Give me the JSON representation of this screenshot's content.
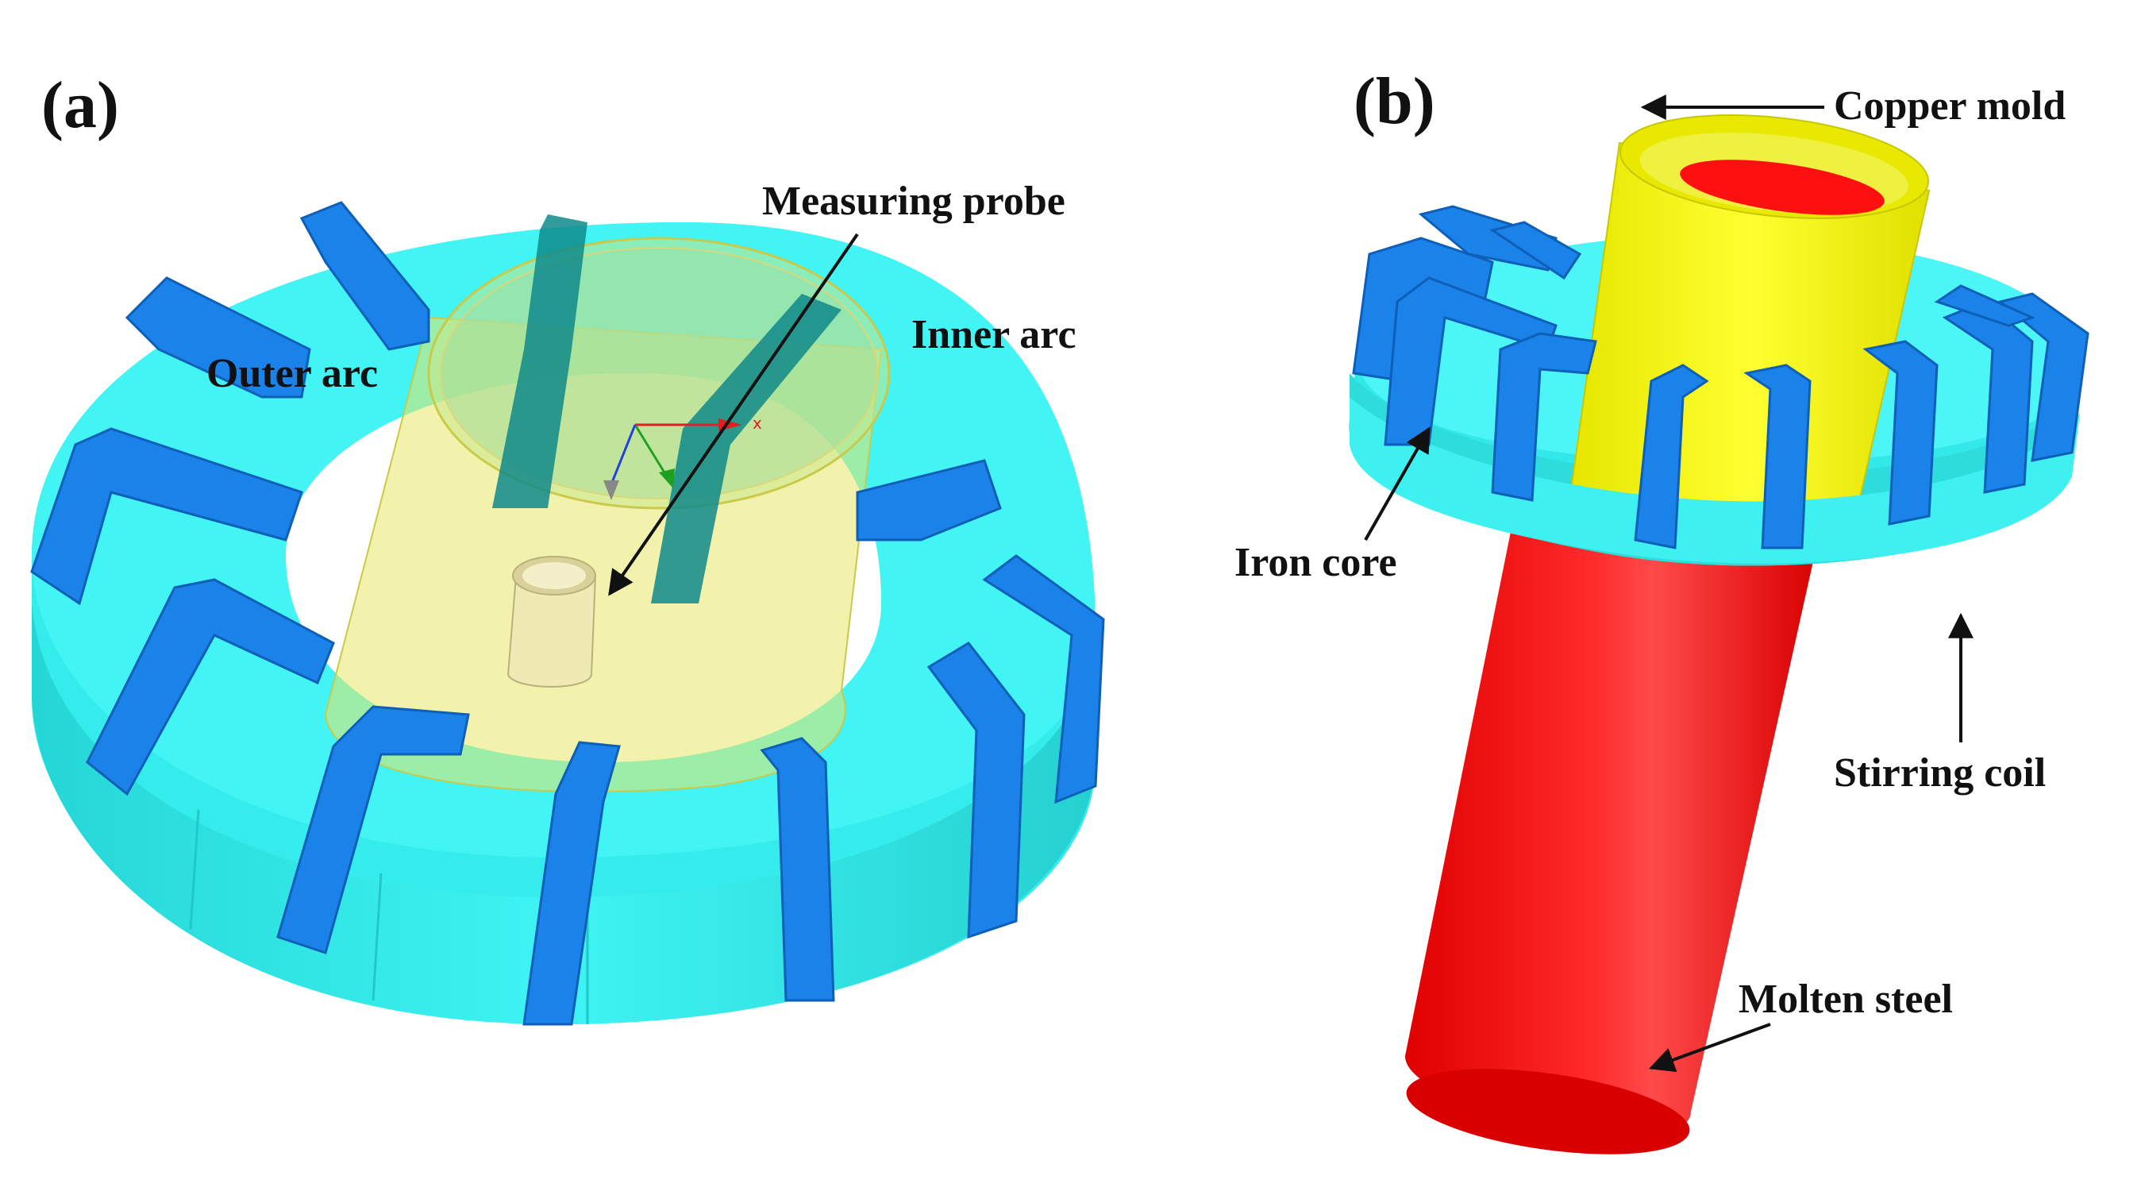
{
  "panel_a": {
    "label": "(a)",
    "callouts": {
      "measuring_probe": "Measuring probe",
      "inner_arc": "Inner arc",
      "outer_arc": "Outer arc"
    },
    "axis_glyph": "x"
  },
  "panel_b": {
    "label": "(b)",
    "callouts": {
      "copper_mold": "Copper mold",
      "iron_core": "Iron core",
      "stirring_coil": "Stirring coil",
      "molten_steel": "Molten steel"
    }
  },
  "colors": {
    "iron_core": "#2ef2f2",
    "coil": "#1a82e8",
    "copper_mold": "#ffff1a",
    "molten_steel": "#ff1010",
    "transparent_mold": "#e8e86a",
    "probe": "#efe9b3",
    "coil_inner": "#0f8a8a"
  }
}
